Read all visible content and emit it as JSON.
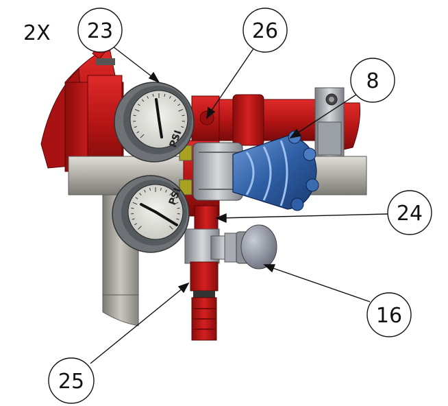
{
  "quantity_label": "2X",
  "callouts": [
    {
      "id": "23"
    },
    {
      "id": "26"
    },
    {
      "id": "8"
    },
    {
      "id": "24"
    },
    {
      "id": "16"
    },
    {
      "id": "25"
    }
  ],
  "gauges": {
    "upper_unit": "PSI",
    "lower_unit": "PSI"
  },
  "colors": {
    "body_red": "#b01414",
    "body_red_light": "#d42020",
    "knob_blue": "#2a5aa0",
    "knob_blue_light": "#5a8ad0",
    "pipe_gray": "#9a9892",
    "pipe_gray_light": "#cfcdc6",
    "gauge_rim": "#6e7276",
    "gauge_face": "#e8e8e4"
  }
}
